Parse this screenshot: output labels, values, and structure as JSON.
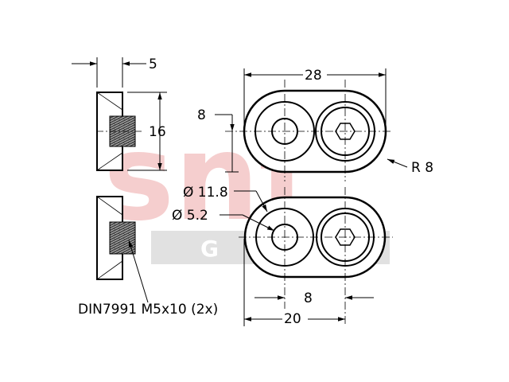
{
  "watermark": {
    "brand": "snt",
    "sub": "G",
    "brand_color": "#f4c6c6",
    "bar_color": "#dedede",
    "sub_color": "#ffffff"
  },
  "dimensions": {
    "thickness": "5",
    "height": "16",
    "length": "28",
    "offset": "8",
    "radius": "R 8",
    "outer_dia": "Ø 11.8",
    "inner_dia": "Ø 5.2",
    "spacing": "8",
    "width": "20"
  },
  "callout": {
    "screw": "DIN7991 M5x10 (2x)"
  },
  "colors": {
    "line": "#000000",
    "body": "#ffffff"
  }
}
